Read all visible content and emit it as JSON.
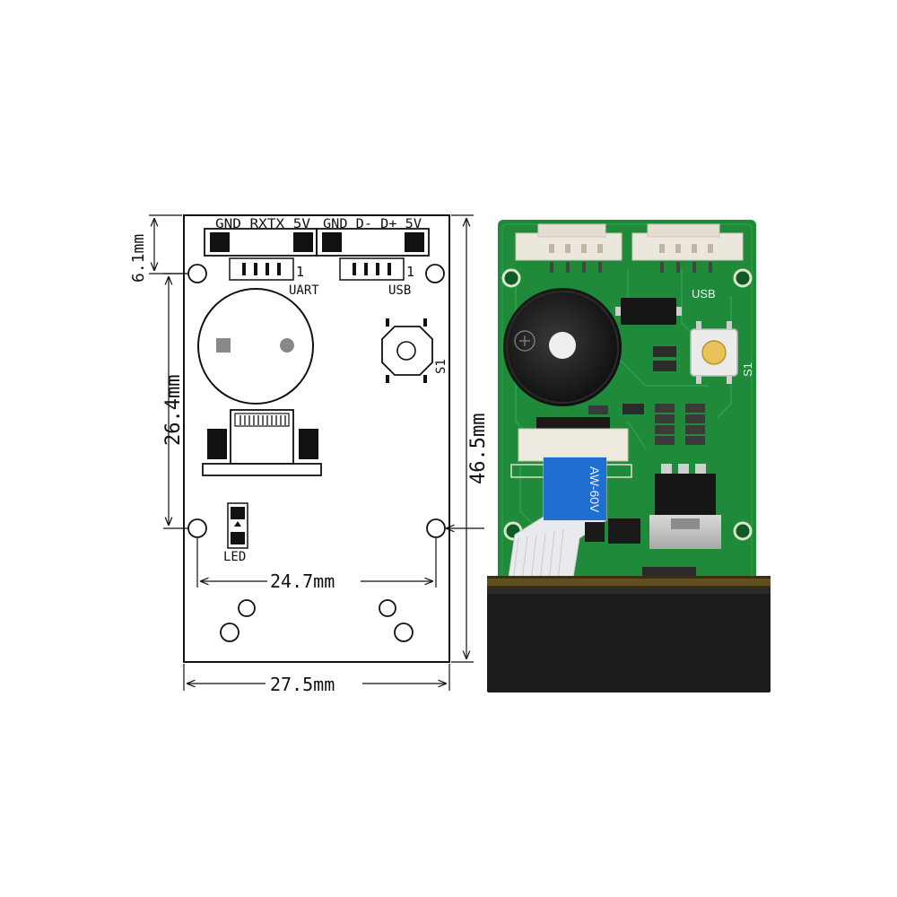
{
  "diagram": {
    "header": {
      "uart_pins": "GND RXTX 5V",
      "usb_pins": "GND D- D+ 5V",
      "uart_pin1": "1",
      "usb_pin1": "1",
      "uart_label": "UART",
      "usb_label": "USB"
    },
    "labels": {
      "switch": "S1",
      "led": "LED"
    },
    "dimensions": {
      "top_margin": "6.1mm",
      "hole_spacing_vertical": "26.4mm",
      "overall_height": "46.5mm",
      "hole_spacing_horizontal": "24.7mm",
      "overall_width": "27.5mm"
    }
  },
  "photo": {
    "silkscreen": {
      "usb": "USB",
      "switch": "S1",
      "cable_print": "AW-60V"
    },
    "colors": {
      "pcb": "#1f8a3a",
      "connector": "#ece7dc",
      "cable_tab": "#1f6fd1",
      "scanner_body": "#1c1c1c"
    }
  }
}
